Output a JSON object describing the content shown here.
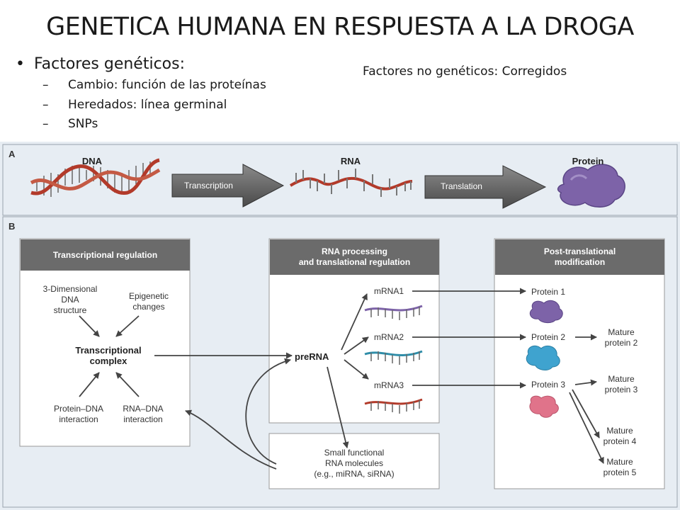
{
  "slide": {
    "title": "GENETICA HUMANA EN RESPUESTA A LA DROGA",
    "bullet": {
      "symbol": "•",
      "text": "Factores genéticos:"
    },
    "subitems": [
      {
        "dash": "–",
        "text": "Cambio: función de las proteínas"
      },
      {
        "dash": "–",
        "text": "Heredados: línea germinal"
      },
      {
        "dash": "–",
        "text": "SNPs"
      }
    ],
    "side_note": "Factores no genéticos: Corregidos"
  },
  "figure": {
    "panel_a": {
      "letter": "A",
      "dna": "DNA",
      "rna": "RNA",
      "protein": "Protein",
      "transcription": "Transcription",
      "translation": "Translation"
    },
    "panel_b": {
      "letter": "B",
      "transcriptional_box": {
        "header": "Transcriptional regulation",
        "dna_structure": [
          "3-Dimensional",
          "DNA",
          "structure"
        ],
        "epigenetic": [
          "Epigenetic",
          "changes"
        ],
        "complex": [
          "Transcriptional",
          "complex"
        ],
        "protein_dna": [
          "Protein–DNA",
          "interaction"
        ],
        "rna_dna": [
          "RNA–DNA",
          "interaction"
        ]
      },
      "processing_box": {
        "header": [
          "RNA processing",
          "and translational regulation"
        ],
        "prerna": "preRNA",
        "mrna": [
          "mRNA1",
          "mRNA2",
          "mRNA3"
        ]
      },
      "small_rna_box": [
        "Small functional",
        "RNA molecules",
        "(e.g., miRNA, siRNA)"
      ],
      "ptm_box": {
        "header": [
          "Post-translational",
          "modification"
        ],
        "proteins": [
          "Protein 1",
          "Protein 2",
          "Protein 3"
        ],
        "mature": [
          [
            "Mature",
            "protein 2"
          ],
          [
            "Mature",
            "protein 3"
          ],
          [
            "Mature",
            "protein 4"
          ],
          [
            "Mature",
            "protein 5"
          ]
        ]
      }
    },
    "colors": {
      "background": "#e7edf3",
      "header_gray": "#6b6b6b",
      "protein_purple": "#7d63a8",
      "protein_blue": "#3fa3cf",
      "protein_pink": "#e0738a",
      "dna_red": "#b23a2a"
    }
  }
}
